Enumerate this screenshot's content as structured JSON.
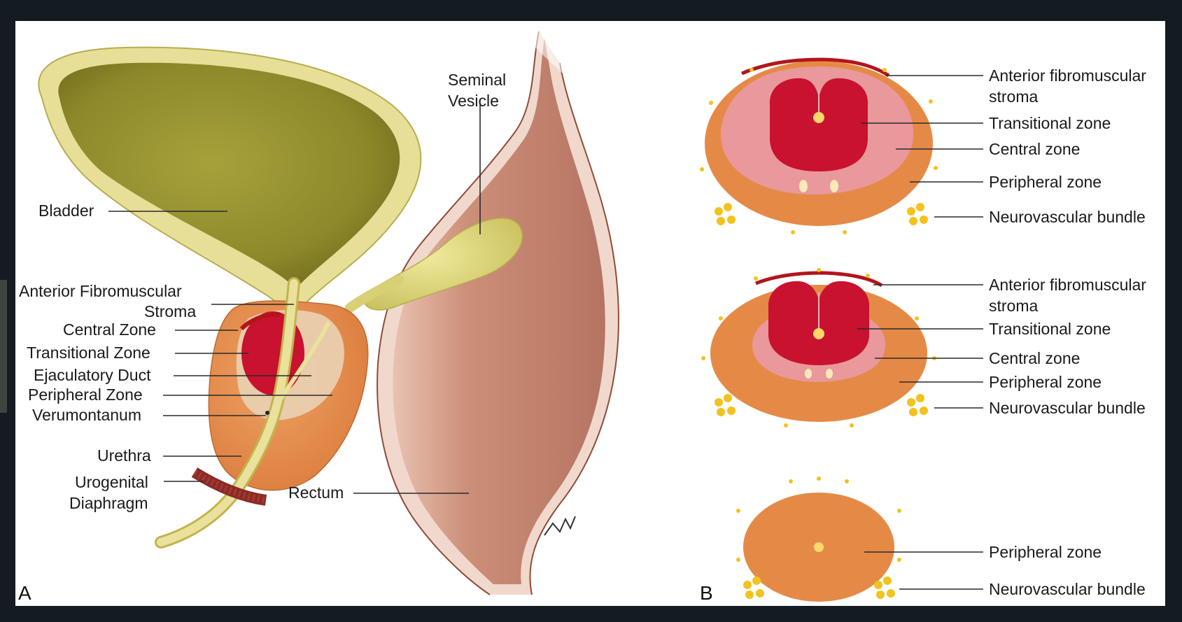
{
  "panel_a": {
    "letter": "A",
    "labels": {
      "seminal_vesicle": [
        "Seminal",
        "Vesicle"
      ],
      "bladder": "Bladder",
      "anterior_fibromuscular": [
        "Anterior Fibromuscular",
        "Stroma"
      ],
      "central_zone": "Central Zone",
      "transitional_zone": "Transitional Zone",
      "ejaculatory_duct": "Ejaculatory Duct",
      "peripheral_zone": "Peripheral Zone",
      "verumontanum": "Verumontanum",
      "urethra": "Urethra",
      "urogenital_diaphragm": [
        "Urogenital",
        "Diaphragm"
      ],
      "rectum": "Rectum"
    }
  },
  "panel_b": {
    "letter": "B",
    "section1": {
      "anterior": [
        "Anterior fibromuscular",
        "stroma"
      ],
      "transitional": "Transitional zone",
      "central": "Central zone",
      "peripheral": "Peripheral zone",
      "neurovascular": "Neurovascular bundle"
    },
    "section2": {
      "anterior": [
        "Anterior fibromuscular",
        "stroma"
      ],
      "transitional": "Transitional zone",
      "central": "Central zone",
      "peripheral": "Peripheral zone",
      "neurovascular": "Neurovascular bundle"
    },
    "section3": {
      "peripheral": "Peripheral zone",
      "neurovascular": "Neurovascular bundle"
    }
  },
  "colors": {
    "peripheral": "#e58a46",
    "central": "#e9989b",
    "transitional": "#c8122f",
    "anterior_stroma": "#b3141c",
    "bladder_wall": "#e8e09a",
    "bladder_lumen": "#8f8a2f",
    "rectum": "#c98a72",
    "nerve_yellow": "#f2c21e"
  }
}
